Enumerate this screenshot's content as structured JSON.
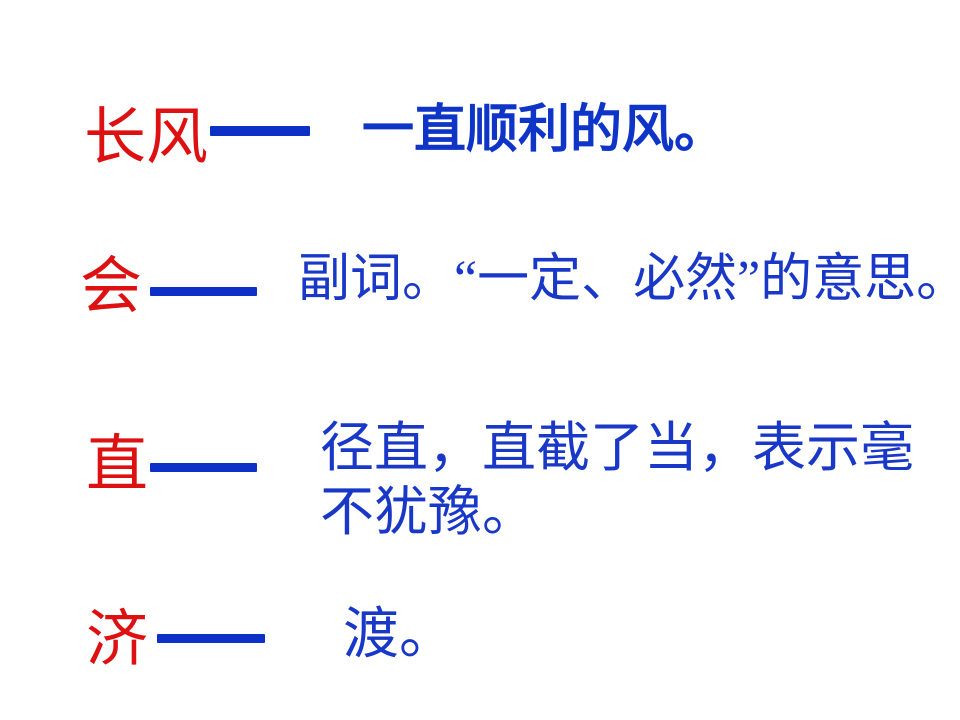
{
  "colors": {
    "background": "#ffffff",
    "term_red": "#dd1111",
    "text_blue": "#1a38c8",
    "bold_blue": "#0f35c8",
    "dash_blue": "#0d31c6"
  },
  "rows": [
    {
      "term": "长风",
      "definition_lines": [
        "一直顺利的风。"
      ]
    },
    {
      "term": "会",
      "definition_lines": [
        "副词。“一定、必然”的意思。"
      ]
    },
    {
      "term": "直",
      "definition_lines": [
        "径直，直截了当，表示毫",
        "不犹豫。"
      ]
    },
    {
      "term": "济",
      "definition_lines": [
        "渡。"
      ]
    }
  ]
}
